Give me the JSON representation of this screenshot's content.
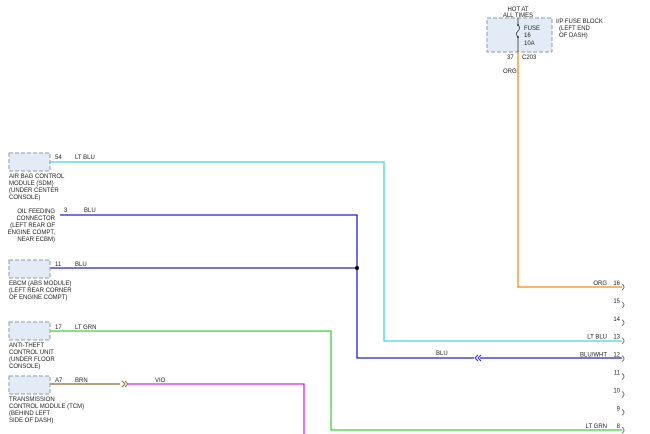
{
  "colors": {
    "background": "#ffffff",
    "box_fill": "#e3ecf6",
    "box_stroke": "#8a9bb0",
    "orange": "#f08a1c",
    "cyan": "#3fd6dc",
    "blue": "#2020c8",
    "green": "#3cd23c",
    "magenta": "#e020e0",
    "brown": "#8a6a2a",
    "text": "#222222"
  },
  "fuse_block": {
    "top_label_1": "HOT AT",
    "top_label_2": "ALL TIMES",
    "side_label_1": "I/P FUSE BLOCK",
    "side_label_2": "(LEFT END",
    "side_label_3": "OF DASH)",
    "fuse_label": "FUSE",
    "fuse_number": "16",
    "fuse_rating": "10A",
    "pin": "37",
    "connector": "C203",
    "wire_color": "ORG"
  },
  "modules": [
    {
      "pin": "54",
      "wire_label": "LT BLU",
      "name_lines": [
        "AIR BAG CONTROL",
        "MODULE (SDM)",
        "(UNDER CENTER",
        "CONSOLE)"
      ]
    },
    {
      "pin": "3",
      "wire_label": "BLU",
      "name_lines": [
        "OIL FEEDING",
        "CONNECTOR",
        "(LEFT REAR OF",
        "ENGINE COMPT,",
        "NEAR ECBM)"
      ]
    },
    {
      "pin": "11",
      "wire_label": "BLU",
      "name_lines": [
        "EBCM (ABS MODULE)",
        "(LEFT REAR CORNER",
        "OF ENGINE COMPT)"
      ]
    },
    {
      "pin": "17",
      "wire_label": "LT GRN",
      "name_lines": [
        "ANTI-THEFT",
        "CONTROL UNIT",
        "(UNDER FLOOR",
        "CONSOLE)"
      ]
    },
    {
      "pin": "A7",
      "wire_label": "BRN",
      "wire_label_2": "VIO",
      "name_lines": [
        "TRANSMISSION",
        "CONTROL MODULE (TCM)",
        "(BEHIND LEFT",
        "SIDE OF DASH)"
      ]
    }
  ],
  "connector_pins": [
    {
      "num": "16",
      "wire": "ORG"
    },
    {
      "num": "15",
      "wire": ""
    },
    {
      "num": "14",
      "wire": ""
    },
    {
      "num": "13",
      "wire": "LT BLU"
    },
    {
      "num": "12",
      "wire": "BLU/WHT"
    },
    {
      "num": "11",
      "wire": ""
    },
    {
      "num": "10",
      "wire": ""
    },
    {
      "num": "9",
      "wire": ""
    },
    {
      "num": "8",
      "wire": "LT GRN"
    }
  ],
  "blu_splice_label": "BLU"
}
